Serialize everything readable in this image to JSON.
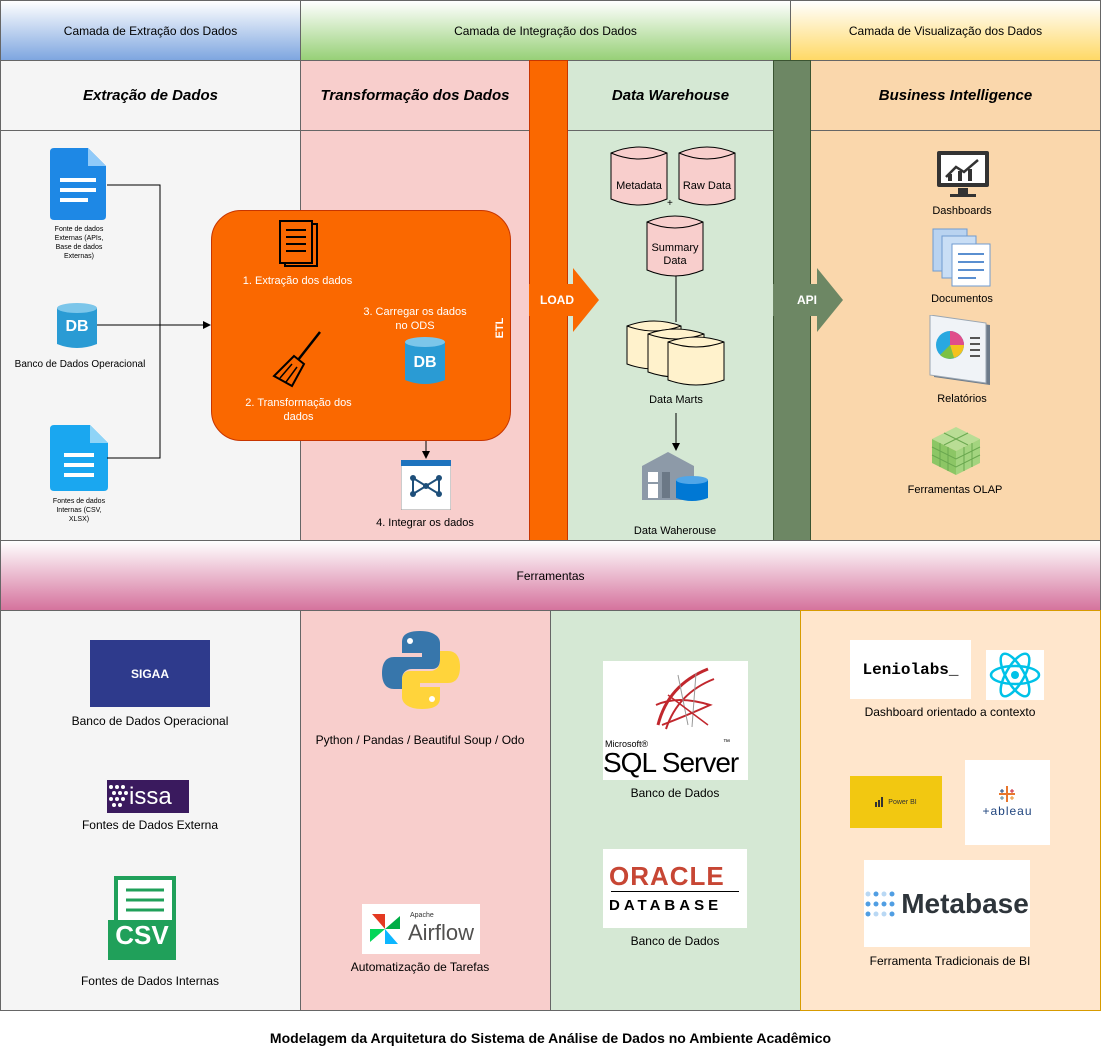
{
  "layers": {
    "extraction": "Camada de Extração dos Dados",
    "integration": "Camada de Integração dos Dados",
    "visualization": "Camada de Visualização dos Dados"
  },
  "sections": {
    "extraction": "Extração de Dados",
    "transformation": "Transformação dos Dados",
    "warehouse": "Data Warehouse",
    "bi": "Business Intelligence"
  },
  "extraction": {
    "external_label": "Fonte de dados Externas (APIs, Base de dados Externas)",
    "operational_label": "Banco de Dados Operacional",
    "internal_label": "Fontes de dados Internas (CSV, XLSX)",
    "db_icon": "DB"
  },
  "etl": {
    "tag": "ETL",
    "step1": "1. Extração dos dados",
    "step2": "2. Transformação dos dados",
    "step3": "3. Carregar os dados no ODS",
    "step4": "4. Integrar os dados",
    "db_icon": "DB"
  },
  "load_label": "LOAD",
  "api_label": "API",
  "warehouse": {
    "metadata": "Metadata",
    "raw_data": "Raw Data",
    "plus": "+",
    "summary": "Summary Data",
    "marts": "Data Marts",
    "dw": "Data Waherouse"
  },
  "bi": {
    "dashboards": "Dashboards",
    "documents": "Documentos",
    "reports": "Relatórios",
    "olap": "Ferramentas OLAP"
  },
  "tools": {
    "title": "Ferramentas",
    "col1": {
      "sigaa_logo": "SIGAA",
      "sigaa_label": "Banco de Dados Operacional",
      "issa_logo": "issa",
      "issa_label": "Fontes de Dados Externa",
      "csv_logo": "CSV",
      "csv_label": "Fontes de Dados Internas"
    },
    "col2": {
      "python_label": "Python / Pandas / Beautiful Soup / Odo",
      "airflow_small": "Apache",
      "airflow_logo": "Airflow",
      "airflow_label": "Automatização de Tarefas"
    },
    "col3": {
      "sql_ms": "Microsoft®",
      "sql_logo": "SQL Server",
      "sql_tm": "™",
      "sql_label": "Banco de Dados",
      "oracle_logo": "ORACLE",
      "oracle_sub": "DATABASE",
      "oracle_label": "Banco de Dados"
    },
    "col4": {
      "leniolabs_logo": "Leniolabs_",
      "context_label": "Dashboard orientado a contexto",
      "powerbi_logo": "Power BI",
      "tableau_logo": "+ableau",
      "metabase_logo": "Metabase",
      "bi_label": "Ferramenta Tradicionais de BI"
    }
  },
  "footer": "Modelagem da Arquitetura do Sistema de Análise de Dados no Ambiente Acadêmico",
  "colors": {
    "extraction_header": "#6c8ebf",
    "integration_header": "#97d077",
    "visualization_header": "#ffd966",
    "orange": "#fa6800",
    "dark_green": "#6d8764",
    "pink_bg": "#f8cecc",
    "green_bg": "#d5e8d4",
    "bi_bg": "#fad7ac",
    "grey_bg": "#f5f5f5"
  }
}
